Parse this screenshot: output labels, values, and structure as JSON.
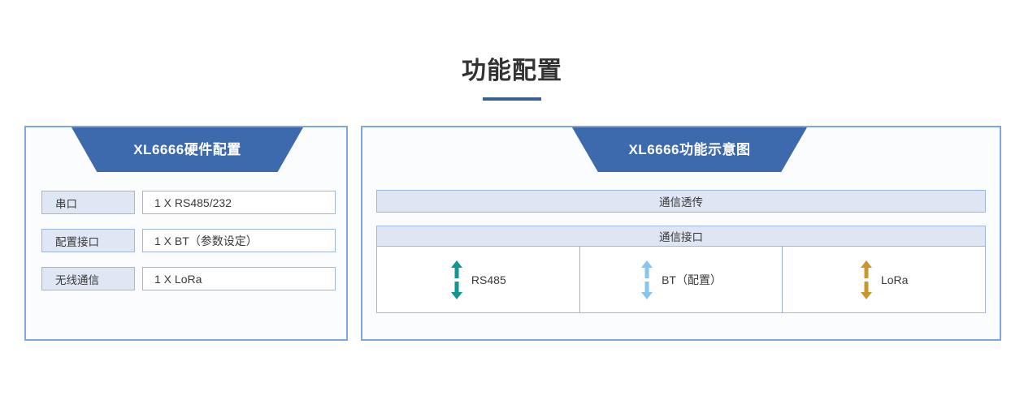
{
  "page": {
    "title": "功能配置"
  },
  "colors": {
    "banner_blue": "#3d6aad",
    "panel_border": "#7ea7de",
    "cell_border": "#9cb8e2",
    "cell_fill": "#dfe7f4",
    "title_underline": "#39618f",
    "arrow_rs485": "#119690",
    "arrow_bt": "#87c5ef",
    "arrow_lora": "#c9962f"
  },
  "left_panel": {
    "banner_title": "XL6666硬件配置",
    "rows": [
      {
        "label": "串口",
        "value": "1 X RS485/232"
      },
      {
        "label": "配置接口",
        "value": "1 X BT（参数设定）"
      },
      {
        "label": "无线通信",
        "value": "1 X LoRa"
      }
    ]
  },
  "right_panel": {
    "banner_title": "XL6666功能示意图",
    "transparent_bar": "通信透传",
    "interface_header": "通信接口",
    "ports": [
      {
        "label": "RS485",
        "color": "#119690",
        "icon": "double-arrow-vertical-icon"
      },
      {
        "label": "BT（配置）",
        "color": "#87c5ef",
        "icon": "double-arrow-vertical-icon"
      },
      {
        "label": "LoRa",
        "color": "#c9962f",
        "icon": "double-arrow-vertical-icon"
      }
    ]
  }
}
